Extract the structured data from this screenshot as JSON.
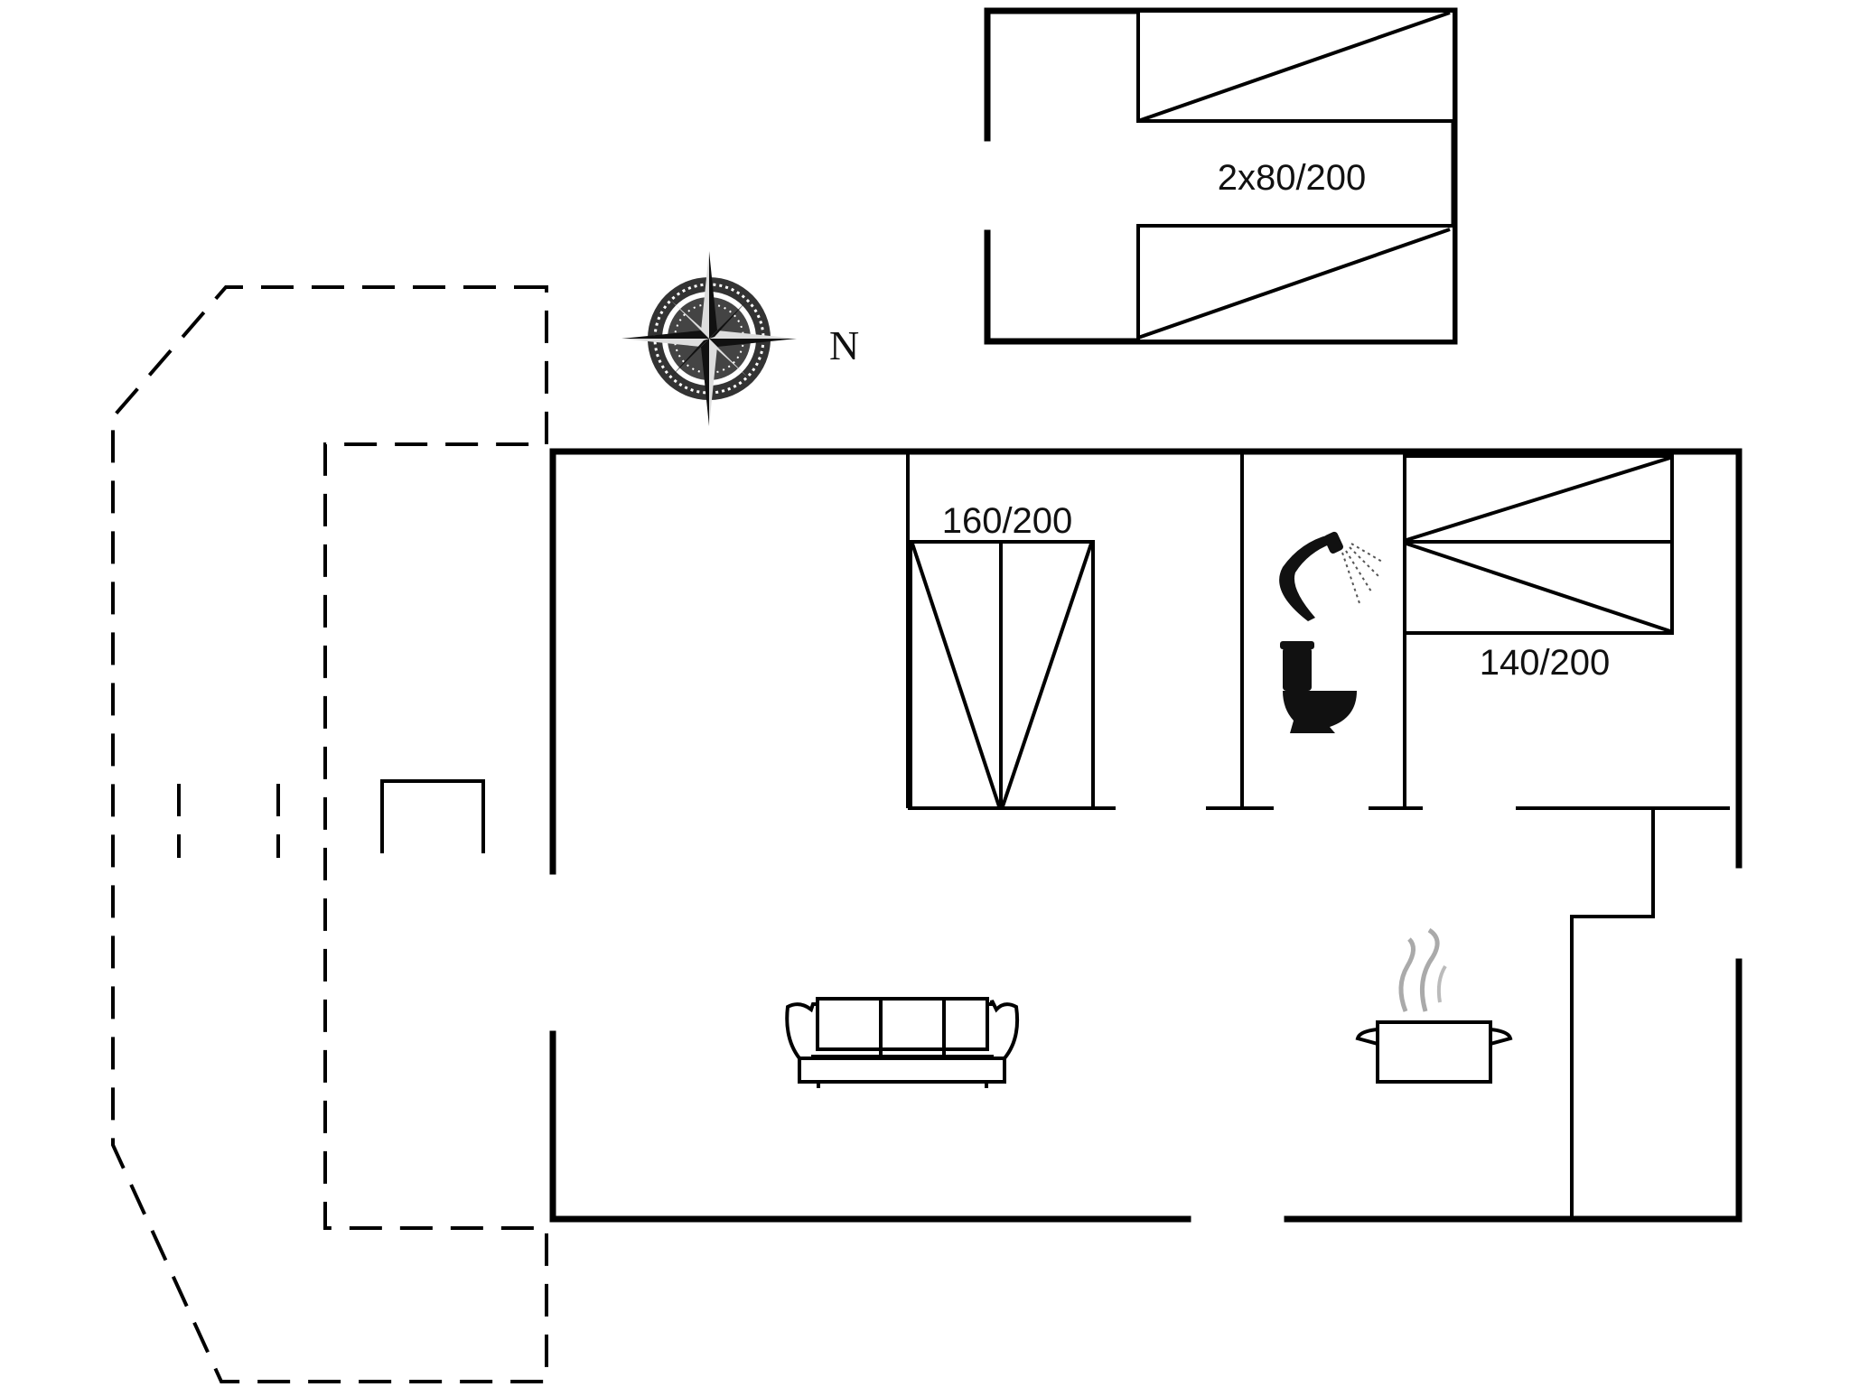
{
  "labels": {
    "outbuilding_beds": "2x80/200",
    "bedroom1_bed": "160/200",
    "bedroom2_bed": "140/200",
    "compass_north": "N"
  },
  "icons": [
    "compass-rose-icon",
    "shower-icon",
    "toilet-icon",
    "sofa-icon",
    "cooking-pot-icon"
  ]
}
